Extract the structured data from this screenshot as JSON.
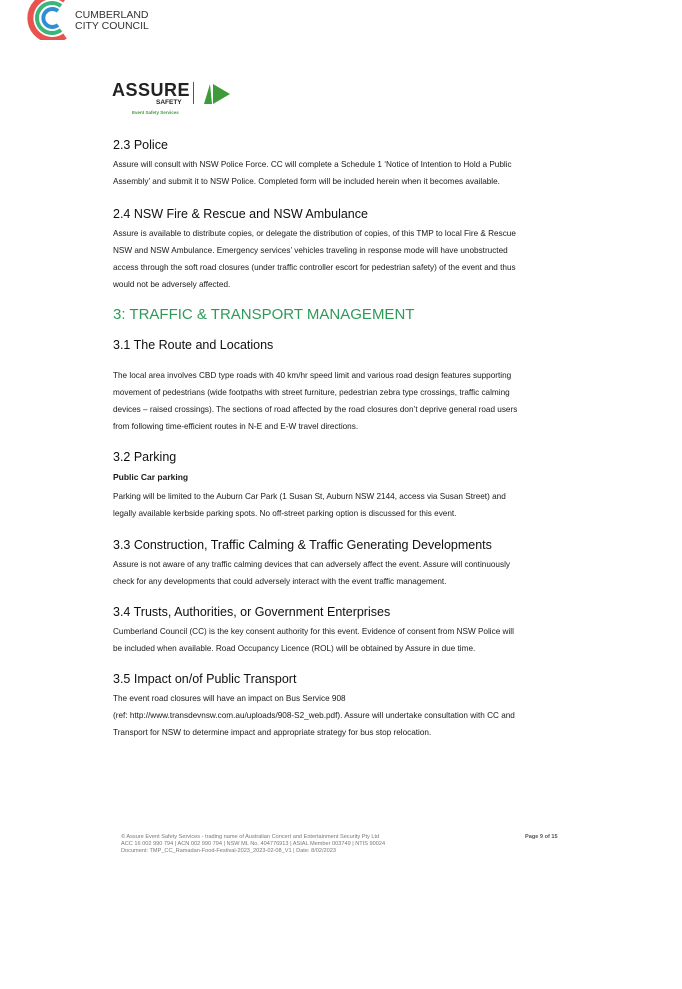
{
  "header": {
    "council_logo_line1": "CUMBERLAND",
    "council_logo_line2": "CITY COUNCIL",
    "assure_logo": "ASSURE",
    "assure_sub": "SAFETY",
    "assure_tagline": "Event Safety Services"
  },
  "sections": [
    {
      "heading": "2.3 Police",
      "lines": [
        "Assure will consult with NSW Police Force. CC will complete a Schedule 1 ‘Notice of Intention to Hold a Public",
        "Assembly’ and submit it to NSW Police. Completed form will be included herein when it becomes available."
      ]
    },
    {
      "heading": "2.4 NSW Fire & Rescue and NSW Ambulance",
      "lines": [
        "Assure is available to distribute copies, or delegate the distribution of copies, of this TMP to local Fire & Rescue",
        "NSW and NSW Ambulance. Emergency services’ vehicles traveling in response mode will have unobstructed",
        "access through the soft road closures (under traffic controller escort for pedestrian safety) of the event and thus",
        "would not be adversely affected."
      ]
    },
    {
      "heading": "3.1 The Route and Locations",
      "lines": [
        "The local area involves CBD type roads with 40 km/hr speed limit and various road design features supporting",
        "movement of pedestrians (wide footpaths with street furniture, pedestrian zebra type crossings, traffic calming",
        "devices – raised crossings). The sections of road affected by the road closures don’t deprive general road users",
        "from following time-efficient routes in N-E and E-W travel directions."
      ]
    },
    {
      "heading": "3.2 Parking",
      "subheading": "Public Car parking",
      "lines": [
        "Parking will be limited to the Auburn Car Park (1 Susan St, Auburn NSW 2144, access via Susan Street) and",
        "legally available kerbside parking spots. No off-street parking option is discussed for this event."
      ]
    },
    {
      "heading": "3.3 Construction, Traffic Calming & Traffic Generating Developments",
      "lines": [
        "Assure is not aware of any traffic calming devices that can adversely affect the event. Assure will continuously",
        "check for any developments that could adversely interact with the event traffic management."
      ]
    },
    {
      "heading": "3.4 Trusts, Authorities, or Government Enterprises",
      "lines": [
        "Cumberland Council (CC) is the key consent authority for this event. Evidence of consent from NSW Police will",
        "be included when available.  Road Occupancy Licence (ROL) will be obtained by Assure in due time."
      ]
    },
    {
      "heading": "3.5 Impact on/of Public Transport",
      "lines": [
        "The event road closures will have an impact on Bus Service 908",
        "(ref: http://www.transdevnsw.com.au/uploads/908-S2_web.pdf). Assure will undertake consultation with CC and",
        "Transport for NSW to determine impact and appropriate strategy for bus stop relocation."
      ]
    }
  ],
  "chapter_heading": "3: TRAFFIC & TRANSPORT MANAGEMENT",
  "footer": {
    "lines": [
      "© Assure Event Safety Services - trading name of Australian Concert and Entertainment Security Pty Ltd",
      "ACC 16 002 990 794 | ACN 002 990 794 | NSW ML No. 404776913 | ASIAL Member 003749 | NTIS 90024",
      "Document: TMP_CC_Ramadan-Food-Festival-2023_2023-02-08_V1 | Date: 8/02/2023"
    ],
    "page": "Page 9 of 15"
  },
  "colors": {
    "accent": "#2e9a5a"
  }
}
